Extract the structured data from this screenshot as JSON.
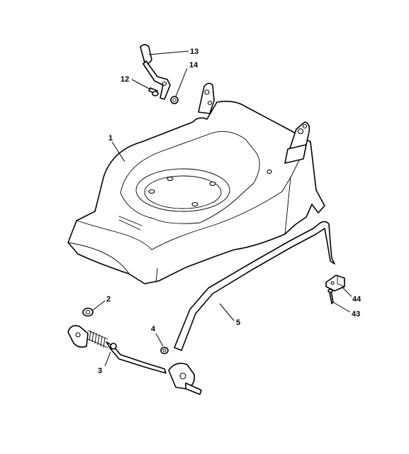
{
  "callouts": [
    {
      "id": "13",
      "text": "13"
    },
    {
      "id": "14",
      "text": "14"
    },
    {
      "id": "12",
      "text": "12"
    },
    {
      "id": "1",
      "text": "1"
    },
    {
      "id": "2",
      "text": "2"
    },
    {
      "id": "3",
      "text": "3"
    },
    {
      "id": "4",
      "text": "4"
    },
    {
      "id": "5",
      "text": "5"
    },
    {
      "id": "44",
      "text": "44"
    },
    {
      "id": "43",
      "text": "43"
    }
  ]
}
